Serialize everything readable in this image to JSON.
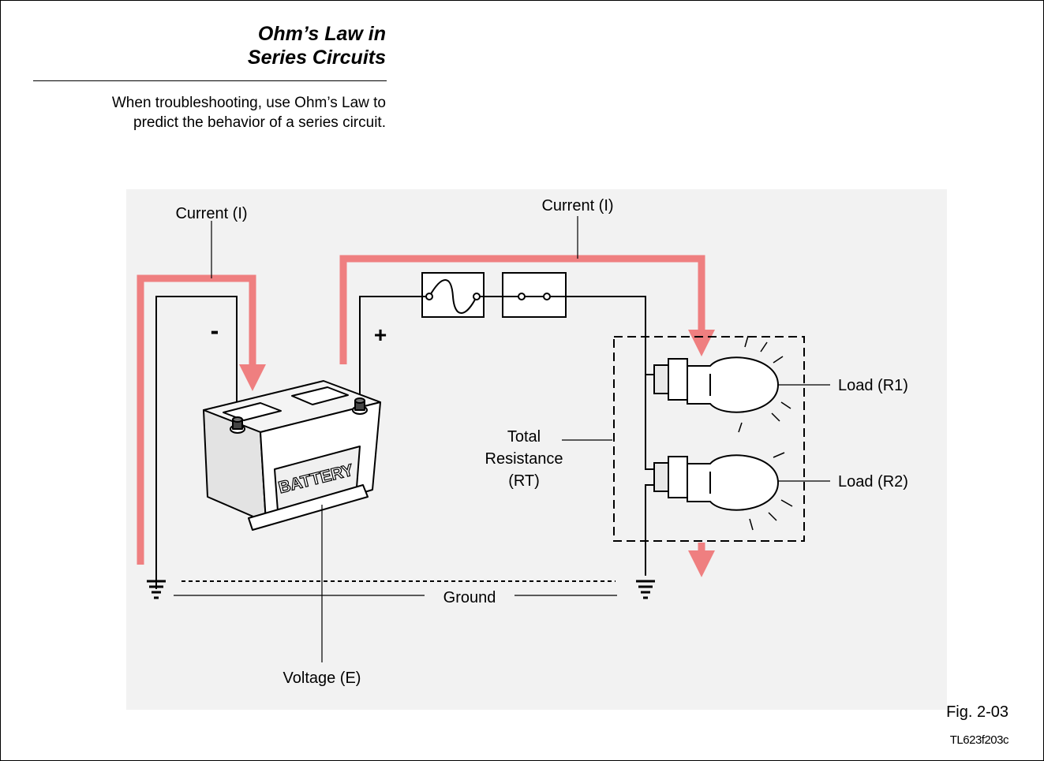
{
  "heading": {
    "line1": "Ohm’s Law in",
    "line2": "Series Circuits"
  },
  "intro": {
    "line1": "When troubleshooting, use Ohm’s Law to",
    "line2": "predict the behavior of a series circuit."
  },
  "diagram": {
    "current_left": "Current (I)",
    "current_top": "Current (I)",
    "minus": "-",
    "plus": "+",
    "battery": "BATTERY",
    "total_1": "Total",
    "total_2": "Resistance",
    "total_3": "(RT)",
    "load1": "Load (R1)",
    "load2": "Load (R2)",
    "ground": "Ground",
    "voltage": "Voltage (E)"
  },
  "figure": {
    "number": "Fig. 2-03",
    "code": "TL623f203c"
  },
  "colors": {
    "current_path": "#ef7f80",
    "panel": "#f2f2f2",
    "wire": "#000000"
  }
}
